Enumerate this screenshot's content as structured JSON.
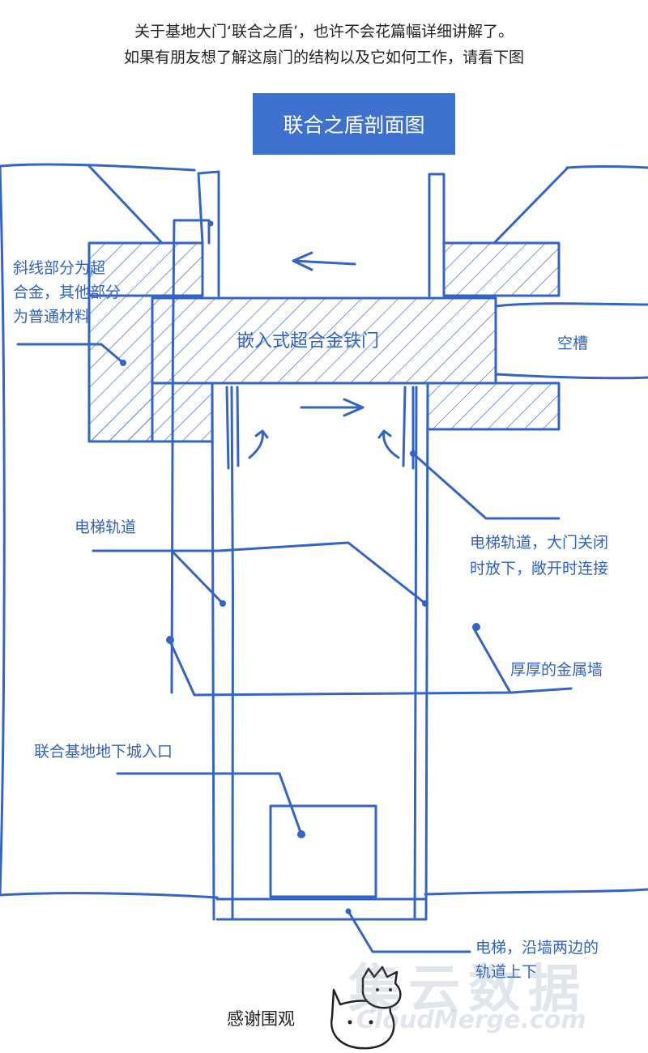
{
  "intro": {
    "line1": "关于基地大门‘联合之盾’，也许不会花篇幅详细讲解了。",
    "line2": "如果有朋友想了解这扇门的结构以及它如何工作，请看下图"
  },
  "title": "联合之盾剖面图",
  "labels": {
    "alloy_line1": "斜线部分为超",
    "alloy_line2": "合金，其他部分",
    "alloy_line3": "为普通材料",
    "door": "嵌入式超合金铁门",
    "slot": "空槽",
    "track_left": "电梯轨道",
    "track_right_line1": "电梯轨道，大门关闭",
    "track_right_line2": "时放下，敞开时连接",
    "wall": "厚厚的金属墙",
    "entrance": "联合基地地下城入口",
    "elevator_line1": "电梯，沿墙两边的",
    "elevator_line2": "轨道上下",
    "thanks": "感谢围观"
  },
  "colors": {
    "line": "#3465c6",
    "title_bg": "#3e71cf",
    "text_blue": "#2f62c4",
    "text_dark": "#222222"
  }
}
